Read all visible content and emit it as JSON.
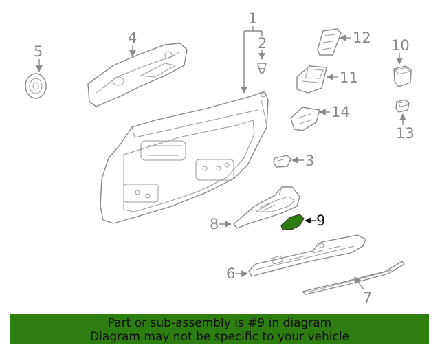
{
  "callouts": {
    "c1": "1",
    "c2": "2",
    "c3": "3",
    "c4": "4",
    "c5": "5",
    "c6": "6",
    "c7": "7",
    "c8": "8",
    "c9": "9",
    "c10": "10",
    "c11": "11",
    "c12": "12",
    "c13": "13",
    "c14": "14"
  },
  "highlighted_part": "9",
  "colors": {
    "banner": "#2e7d10",
    "highlight": "#2e7d10",
    "line": "#8a8a8a"
  },
  "banner": {
    "line1": "Part or sub-assembly is #9 in diagram",
    "line2": "Diagram may not be specific to your vehicle"
  }
}
